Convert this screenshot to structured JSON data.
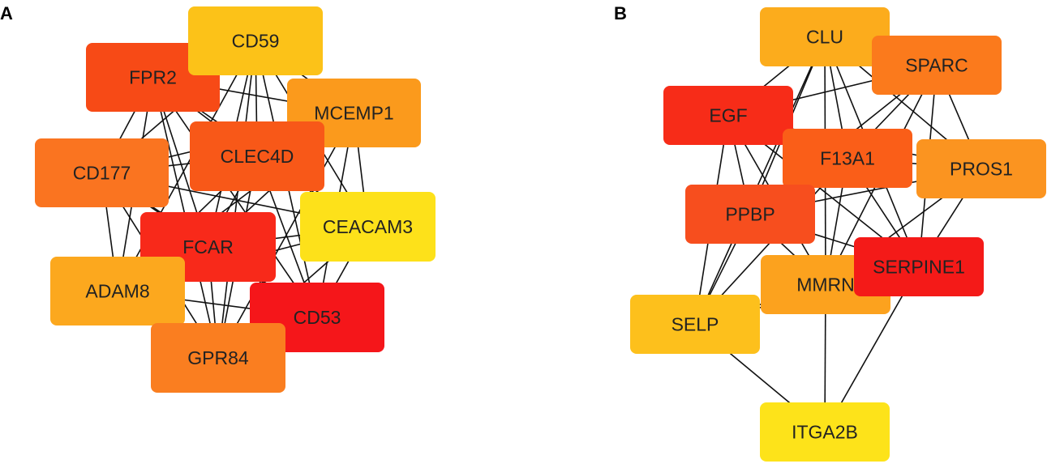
{
  "panels": [
    {
      "id": "A",
      "label": "A",
      "nodes": [
        {
          "id": "FPR2",
          "label": "FPR2",
          "color": "#f74a16"
        },
        {
          "id": "CD59",
          "label": "CD59",
          "color": "#fcc218"
        },
        {
          "id": "MCEMP1",
          "label": "MCEMP1",
          "color": "#fb9a1c"
        },
        {
          "id": "CLEC4D",
          "label": "CLEC4D",
          "color": "#f85818"
        },
        {
          "id": "CD177",
          "label": "CD177",
          "color": "#fa7420"
        },
        {
          "id": "CEACAM3",
          "label": "CEACAM3",
          "color": "#fde11a"
        },
        {
          "id": "FCAR",
          "label": "FCAR",
          "color": "#f8291a"
        },
        {
          "id": "ADAM8",
          "label": "ADAM8",
          "color": "#fca81e"
        },
        {
          "id": "CD53",
          "label": "CD53",
          "color": "#f5161a"
        },
        {
          "id": "GPR84",
          "label": "GPR84",
          "color": "#fa7e20"
        }
      ]
    },
    {
      "id": "B",
      "label": "B",
      "nodes": [
        {
          "id": "CLU",
          "label": "CLU",
          "color": "#fcac1c"
        },
        {
          "id": "SPARC",
          "label": "SPARC",
          "color": "#fb7a1c"
        },
        {
          "id": "EGF",
          "label": "EGF",
          "color": "#f72c18"
        },
        {
          "id": "F13A1",
          "label": "F13A1",
          "color": "#fa5e18"
        },
        {
          "id": "PROS1",
          "label": "PROS1",
          "color": "#fb9420"
        },
        {
          "id": "PPBP",
          "label": "PPBP",
          "color": "#f74e1e"
        },
        {
          "id": "MMRN",
          "label": "MMRN",
          "color": "#fca21e"
        },
        {
          "id": "SERPINE1",
          "label": "SERPINE1",
          "color": "#f41a18"
        },
        {
          "id": "SELP",
          "label": "SELP",
          "color": "#fdc01c"
        },
        {
          "id": "ITGA2B",
          "label": "ITGA2B",
          "color": "#fde31a"
        }
      ]
    }
  ]
}
